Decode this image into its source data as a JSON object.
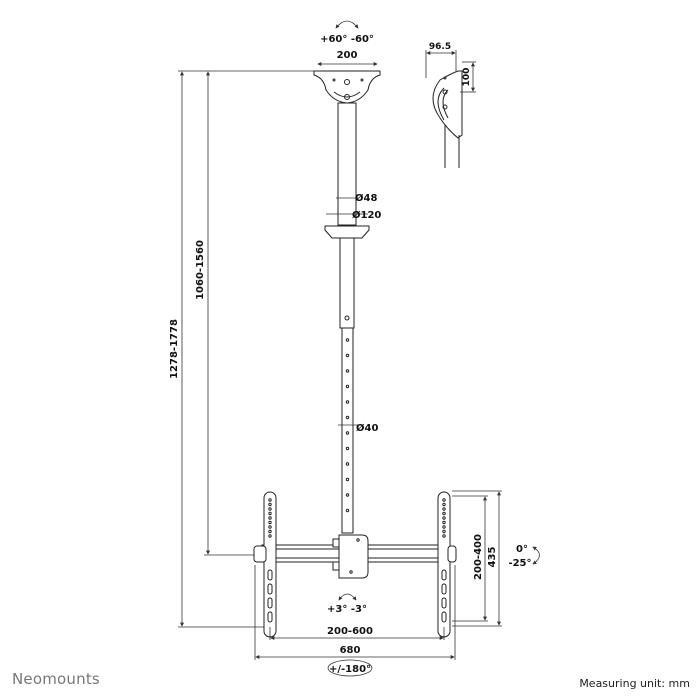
{
  "labels": {
    "ceiling_rotation": "+60° -60°",
    "plate_width": "200",
    "side_depth": "96.5",
    "side_hole_spacing": "100",
    "pole_diameter_upper": "Ø48",
    "collar_diameter": "Ø120",
    "pole_diameter_lower": "Ø40",
    "total_height": "1278-1778",
    "pole_height": "1060-1560",
    "vesa_vertical": "200-400",
    "bracket_height": "435",
    "tilt_top": "0°",
    "tilt_bottom": "-25°",
    "swivel_rotation": "+3° -3°",
    "vesa_horizontal": "200-600",
    "bracket_width": "680",
    "rotation": "+/-180°"
  },
  "footer": {
    "brand": "Neomounts",
    "measuring_unit": "Measuring unit: mm"
  }
}
